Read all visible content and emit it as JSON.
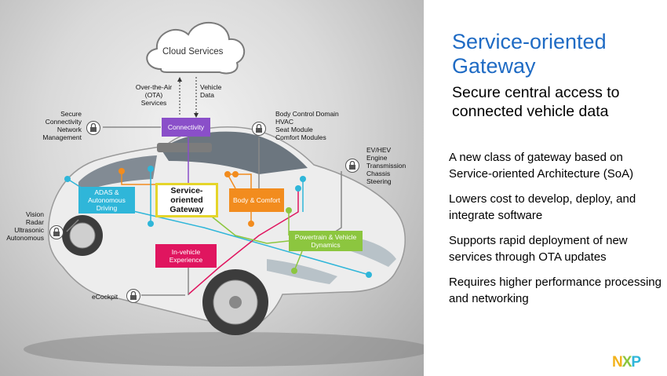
{
  "left_panel": {
    "cloud": "Cloud Services",
    "ota_label": "Over-the-Air\n(OTA)\nServices",
    "vehicle_data_label": "Vehicle\nData",
    "gateway": "Service-\noriented\nGateway",
    "connectivity_box": "Connectivity",
    "connectivity_desc": "Secure\nConnectivity\nNetwork\nManagement",
    "body_box": "Body & Comfort",
    "body_desc": "Body Control Domain\nHVAC\nSeat Module\nComfort Modules",
    "ev_desc": "EV/HEV\nEngine\nTransmission\nChassis\nSteering",
    "adas_box": "ADAS &\nAutonomous\nDriving",
    "adas_desc": "Vision\nRadar\nUltrasonic\nAutonomous",
    "powertrain_box": "Powertrain & Vehicle\nDynamics",
    "invehicle_box": "In-vehicle\nExperience",
    "ecockpit_desc": "eCockpit"
  },
  "right_panel": {
    "title": "Service-oriented Gateway",
    "subtitle": "Secure central access to connected vehicle data",
    "bullets": [
      "A new class of gateway based on Service-oriented Architecture (SoA)",
      "Lowers cost to develop, deploy, and integrate software",
      "Supports rapid deployment of new services through OTA updates",
      "Requires higher performance processing and networking"
    ],
    "logo": "NXP"
  },
  "colors": {
    "title_blue": "#1f6bc4",
    "connectivity": "#8a4fc9",
    "body_comfort": "#f28c1e",
    "adas": "#2fb6d9",
    "powertrain": "#8cc63f",
    "invehicle": "#e0155f",
    "gateway_border": "#e5d52a",
    "logo_n": "#f2b21b",
    "logo_x": "#8cc63f",
    "logo_p": "#2fb6d9"
  },
  "icons": [
    "lock-icon",
    "cloud-icon",
    "car-illustration"
  ]
}
